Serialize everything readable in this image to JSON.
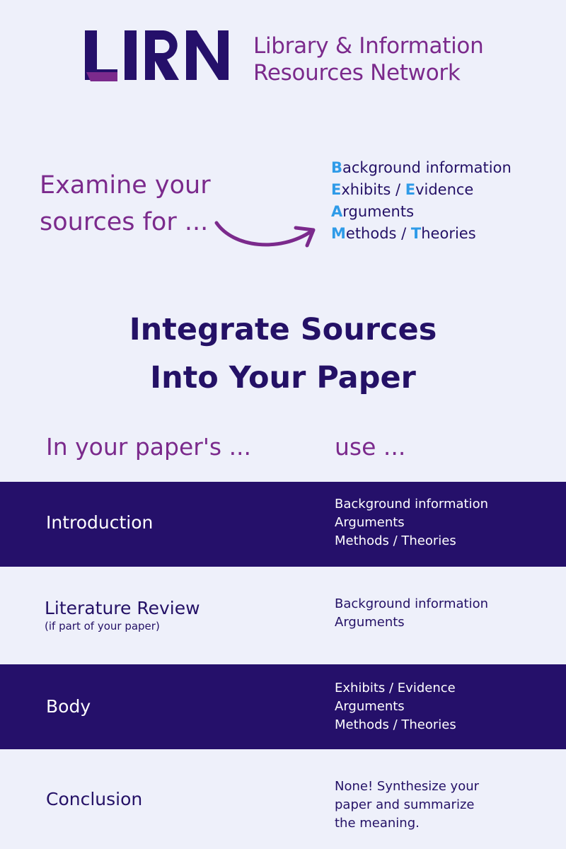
{
  "header": {
    "logo_alt": "LIRN",
    "org_line1": "Library & Information",
    "org_line2": "Resources Network"
  },
  "examine": {
    "line1": "Examine your",
    "line2": "sources for ...",
    "items": [
      {
        "parts": [
          {
            "cap": "B",
            "rest": "ackground information"
          }
        ]
      },
      {
        "parts": [
          {
            "cap": "E",
            "rest": "xhibits / "
          },
          {
            "cap": "E",
            "rest": "vidence"
          }
        ]
      },
      {
        "parts": [
          {
            "cap": "A",
            "rest": "rguments"
          }
        ]
      },
      {
        "parts": [
          {
            "cap": "M",
            "rest": "ethods / "
          },
          {
            "cap": "T",
            "rest": "heories"
          }
        ]
      }
    ]
  },
  "heading": {
    "line1": "Integrate Sources",
    "line2": "Into Your Paper"
  },
  "columns": {
    "left": "In your paper's ...",
    "right": "use ..."
  },
  "rows": [
    {
      "section": "Introduction",
      "sub": "",
      "uses": [
        "Background information",
        "Arguments",
        "Methods / Theories"
      ]
    },
    {
      "section": "Literature Review",
      "sub": "(if part of your paper)",
      "uses": [
        "Background information",
        "Arguments"
      ]
    },
    {
      "section": "Body",
      "sub": "",
      "uses": [
        "Exhibits / Evidence",
        "Arguments",
        "Methods / Theories"
      ]
    },
    {
      "section": "Conclusion",
      "sub": "",
      "uses": [
        "None! Synthesize your",
        "paper and summarize",
        "the meaning."
      ]
    }
  ],
  "colors": {
    "navy": "#25106a",
    "purple": "#7b2a8c",
    "accent_blue": "#2f9be8",
    "background": "#eef0fa"
  }
}
